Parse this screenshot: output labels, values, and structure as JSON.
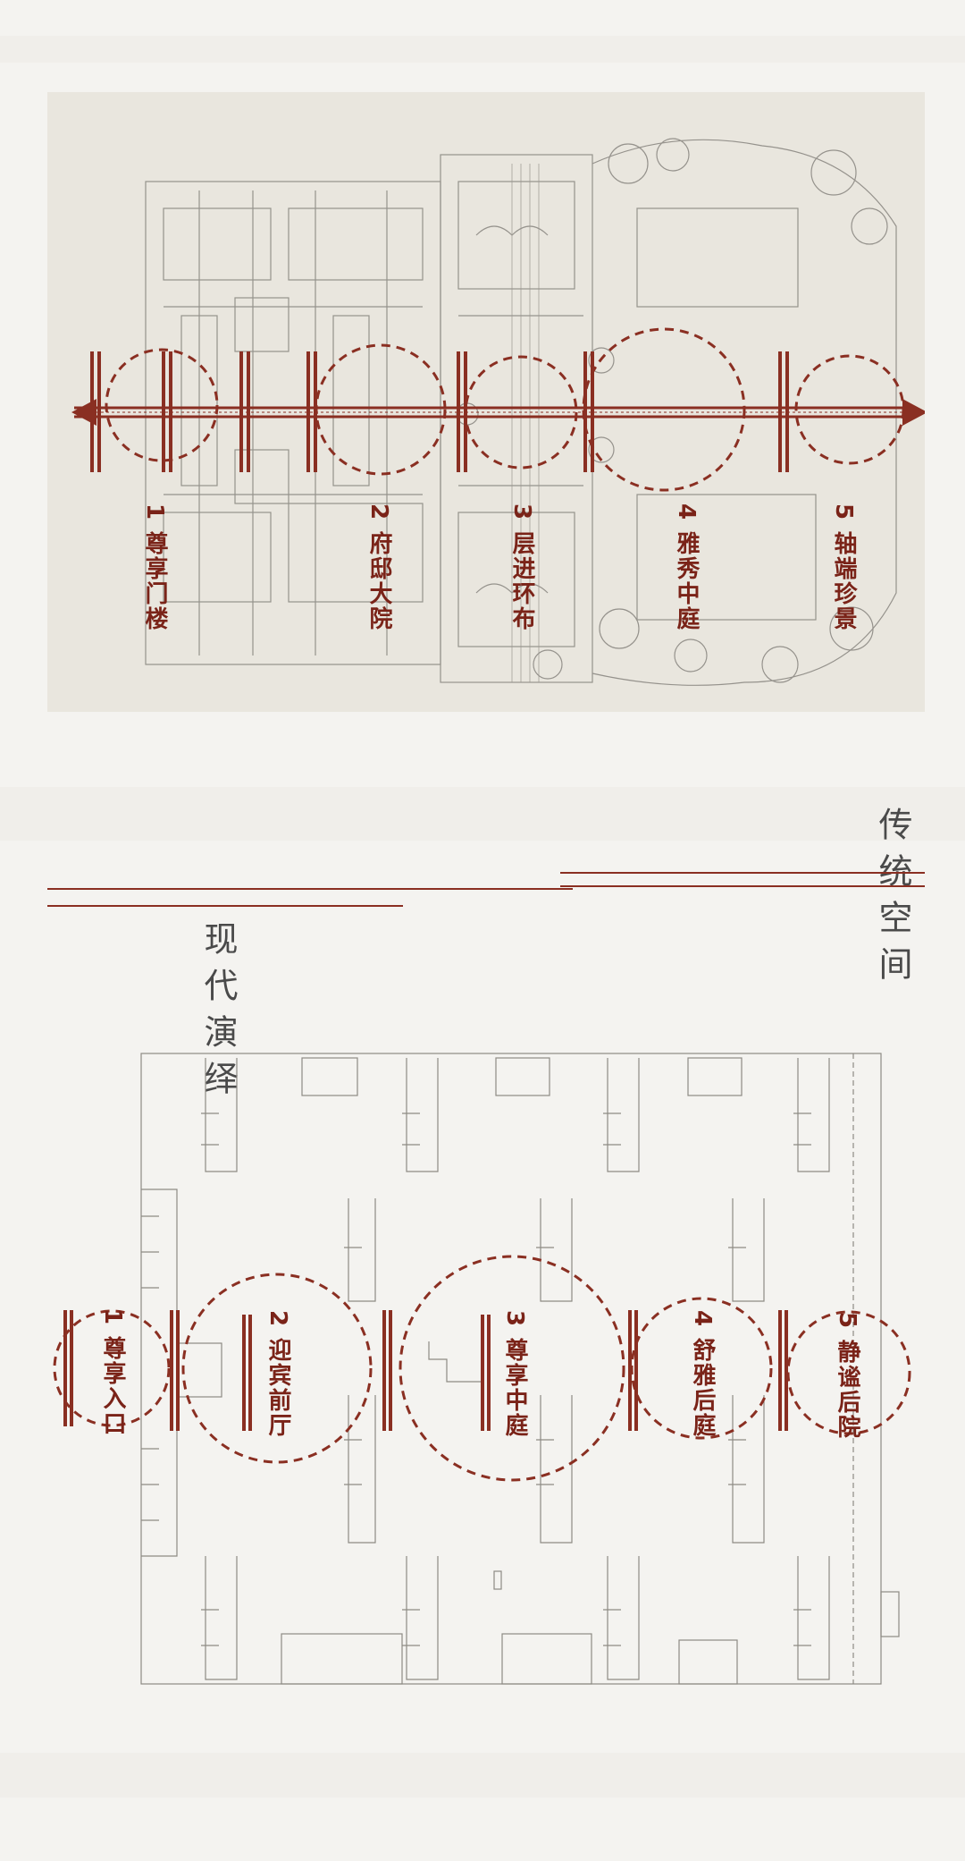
{
  "colors": {
    "accent": "#8a2f22",
    "panel": "#e9e6de",
    "line_drawing": "#8d8a84",
    "background": "#f4f3f0"
  },
  "traditional": {
    "title": "传统空间",
    "zones": [
      {
        "label": "1 尊享门楼"
      },
      {
        "label": "2 府邸大院"
      },
      {
        "label": "3 层进环布"
      },
      {
        "label": "4 雅秀中庭"
      },
      {
        "label": "5 轴端珍景"
      }
    ]
  },
  "modern": {
    "title": "现代演绎",
    "zones": [
      {
        "label": "1 尊享入口"
      },
      {
        "label": "2 迎宾前厅"
      },
      {
        "label": "3 尊享中庭"
      },
      {
        "label": "4 舒雅后庭"
      },
      {
        "label": "5 静谧后院"
      }
    ]
  }
}
